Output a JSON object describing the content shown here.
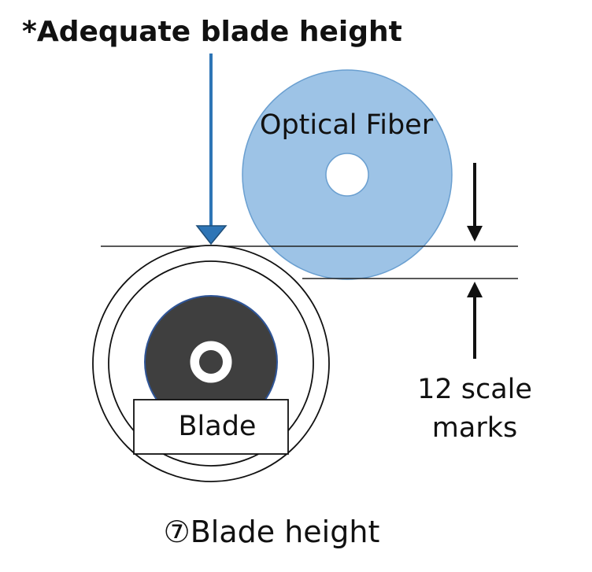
{
  "title": "*Adequate blade height",
  "fiber": {
    "label": "Optical Fiber",
    "fill_color": "#9DC3E6",
    "edge_color": "#6A9FD0"
  },
  "blade": {
    "label": "Blade",
    "hub_color": "#3F3F3F",
    "hub_edge_color": "#2F5597"
  },
  "indicator_arrow": {
    "color": "#2E75B6",
    "icon": "down-arrow-icon"
  },
  "scale_note": {
    "line1": "12 scale",
    "line2": "marks"
  },
  "caption": "⑦Blade height"
}
